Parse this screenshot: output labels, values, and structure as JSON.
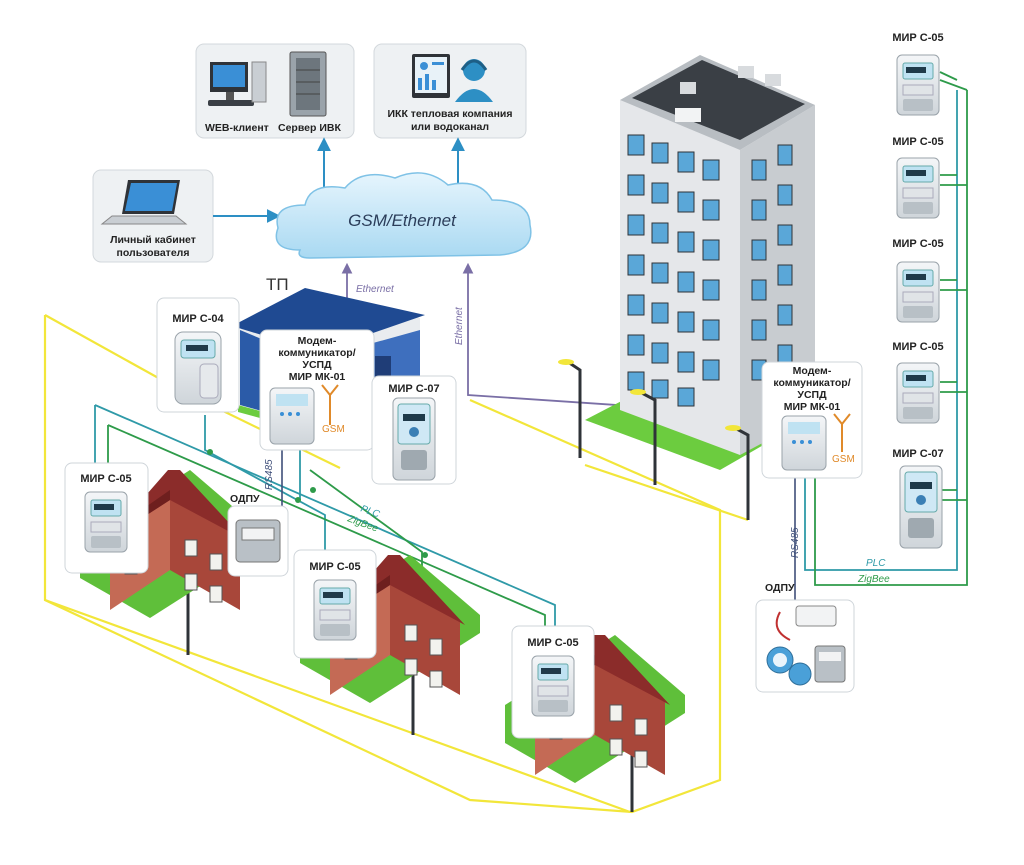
{
  "nodes": {
    "web_client": "WEB-клиент",
    "server": "Сервер ИВК",
    "ikk": [
      "ИКК тепловая компания",
      "или водоканал"
    ],
    "cabinet": [
      "Личный кабинет",
      "пользователя"
    ],
    "cloud": "GSM/Ethernet",
    "tp": "ТП",
    "modem_tp": [
      "Модем-",
      "коммуникатор/",
      "УСПД",
      "МИР МК-01"
    ],
    "modem_building": [
      "Модем-",
      "коммуникатор/",
      "УСПД",
      "МИР МК-01"
    ],
    "gsm": "GSM",
    "odpu": "ОДПУ",
    "meters": {
      "c04": "МИР С-04",
      "c07": "МИР С-07",
      "c05": "МИР С-05"
    }
  },
  "links": {
    "ethernet": "Ethernet",
    "rs485": "RS485",
    "plc": "PLC",
    "zigbee": "ZigBee"
  },
  "colors": {
    "power_line": "#f2e63a",
    "plc_line": "#2f9aa8",
    "zigbee_line": "#2e9b4a",
    "rs485_line": "#3f4f7a",
    "ethernet_line": "#7a6fa6",
    "arrow": "#2d8fc4",
    "cloud": "#bfe4f7",
    "roof": "#2b5ba8",
    "house_brick": "#a8473a",
    "grass": "#5fbf3a"
  }
}
